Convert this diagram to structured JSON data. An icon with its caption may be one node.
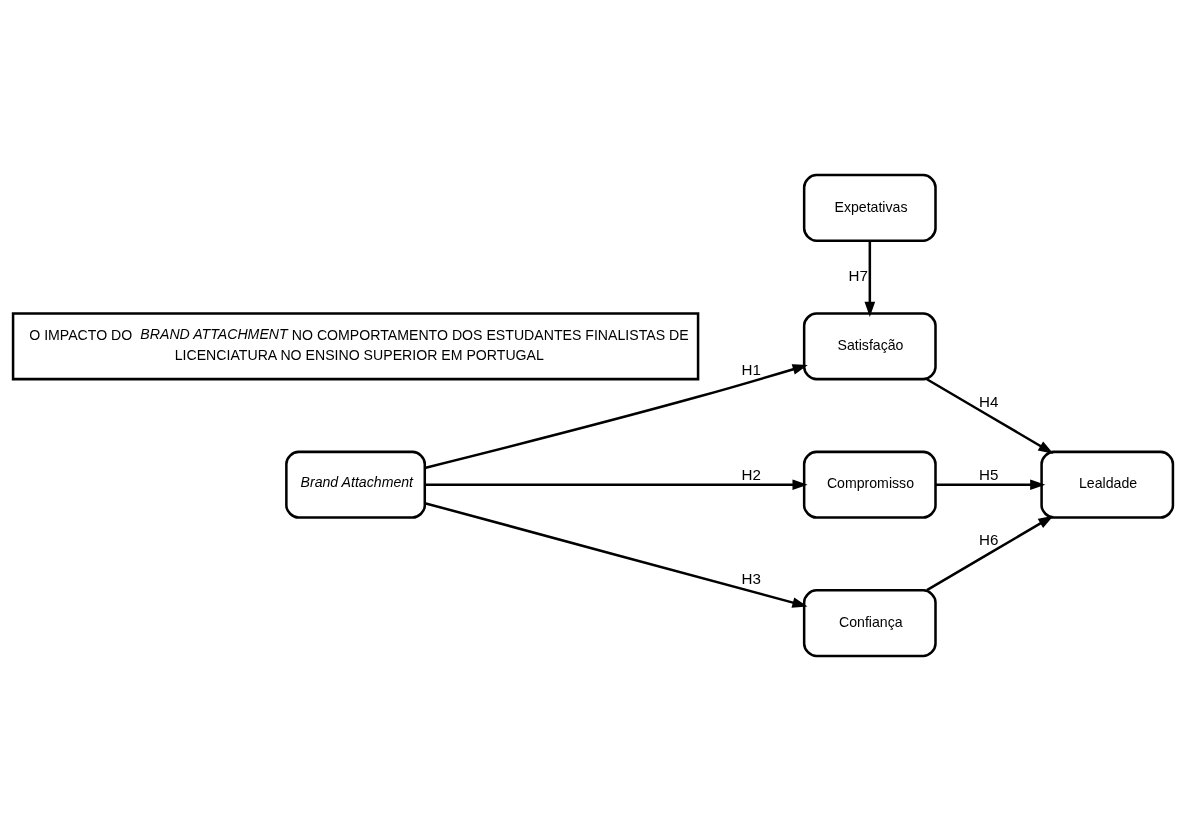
{
  "diagram": {
    "nodes": [
      {
        "text": [
          "O IMPACTO DO *BRAND ATTACHMENT* NO COMPORTAMENTO DOS ESTUDANTES FINALISTAS DE LICENCIATURA NO ENSINO SUPERIOR EM PORTUGAL"
        ]
      },
      {
        "text": [
          "Expetativas"
        ]
      },
      {
        "text": [
          "Satisfação"
        ]
      },
      {
        "text": [
          "Brand Attachment"
        ]
      },
      {
        "text": [
          "Compromisso"
        ]
      },
      {
        "text": [
          "Lealdade"
        ]
      },
      {
        "text": [
          "Confiança"
        ]
      }
    ],
    "edges": [
      {
        "from": 1,
        "to": 2,
        "arrow": "to",
        "label": "H7"
      },
      {
        "from": 3,
        "to": 2,
        "arrow": "to",
        "label": "H1"
      },
      {
        "from": 3,
        "to": 4,
        "arrow": "to",
        "label": "H2"
      },
      {
        "from": 3,
        "to": 6,
        "arrow": "to",
        "label": "H3"
      },
      {
        "from": 2,
        "to": 5,
        "arrow": "to",
        "label": "H4"
      },
      {
        "from": 4,
        "to": 5,
        "arrow": "to",
        "label": "H5"
      },
      {
        "from": 6,
        "to": 5,
        "arrow": "to",
        "label": "H6"
      }
    ]
  }
}
